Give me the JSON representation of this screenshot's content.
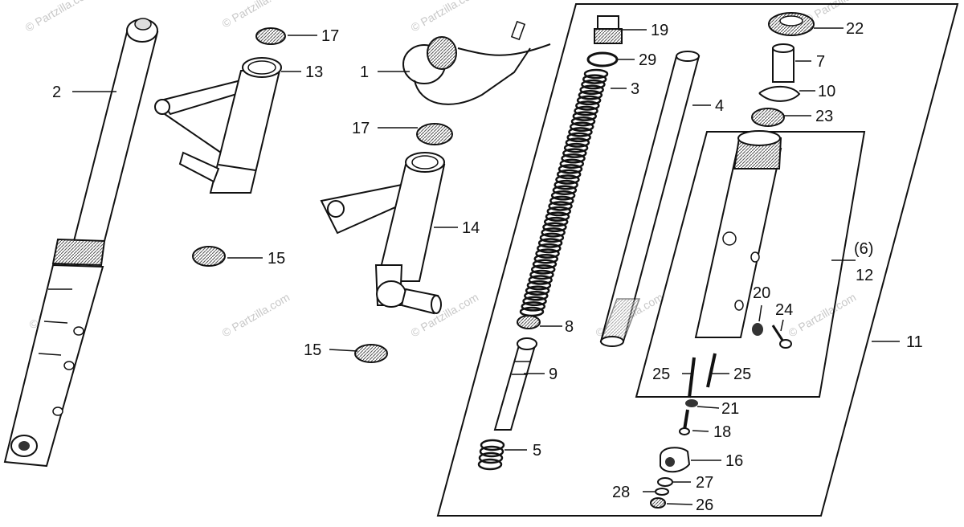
{
  "diagram": {
    "watermark": "© Partzilla.com",
    "callouts": {
      "n1": "1",
      "n2": "2",
      "n3": "3",
      "n4": "4",
      "n5": "5",
      "n7": "7",
      "n8": "8",
      "n9": "9",
      "n10": "10",
      "n11": "11",
      "n12_paren": "(6)",
      "n12": "12",
      "n13": "13",
      "n14": "14",
      "n15a": "15",
      "n15b": "15",
      "n16": "16",
      "n17a": "17",
      "n17b": "17",
      "n18": "18",
      "n19": "19",
      "n20": "20",
      "n21": "21",
      "n22": "22",
      "n23": "23",
      "n24": "24",
      "n25a": "25",
      "n25b": "25",
      "n26": "26",
      "n27": "27",
      "n28": "28",
      "n29": "29"
    }
  }
}
